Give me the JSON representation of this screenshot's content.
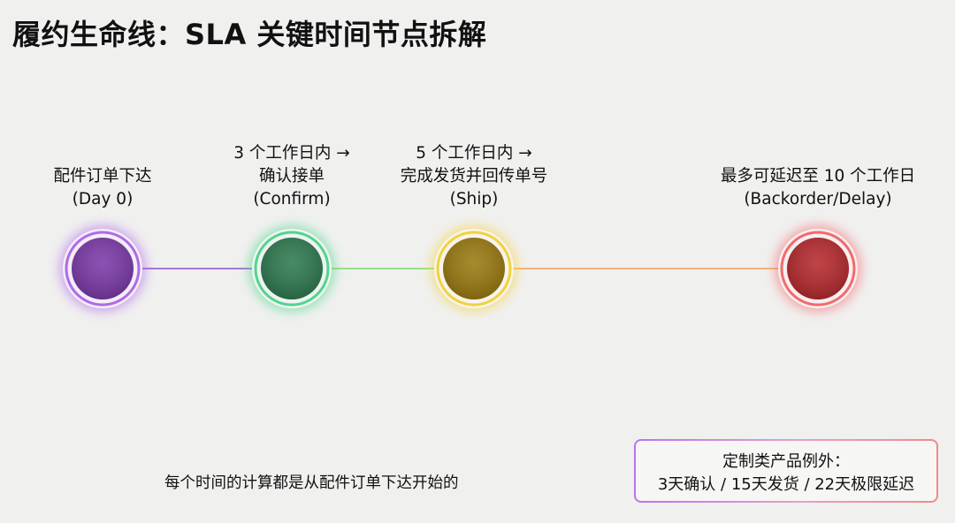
{
  "title": "履约生命线：SLA 关键时间节点拆解",
  "milestones": [
    {
      "lines": [
        "配件订单下达",
        "(Day 0)"
      ],
      "color": "#7b3aa8",
      "glow": "#b06ae8"
    },
    {
      "lines": [
        "3 个工作日内 →",
        "确认接单",
        "(Confirm)"
      ],
      "color": "#2f7a50",
      "glow": "#4fd68a"
    },
    {
      "lines": [
        "5 个工作日内 →",
        "完成发货并回传单号",
        "(Ship)"
      ],
      "color": "#9a7a10",
      "glow": "#f2d23a"
    },
    {
      "lines": [
        "最多可延迟至 10 个工作日",
        "(Backorder/Delay)"
      ],
      "color": "#b52a2e",
      "glow": "#f36a6a"
    }
  ],
  "connector_colors": [
    "#a478d8",
    "#9be08a",
    "#f5b27a"
  ],
  "footnote": "每个时间的计算都是从配件订单下达开始的",
  "exception": {
    "line1": "定制类产品例外：",
    "line2": "3天确认 / 15天发货 / 22天极限延迟"
  }
}
